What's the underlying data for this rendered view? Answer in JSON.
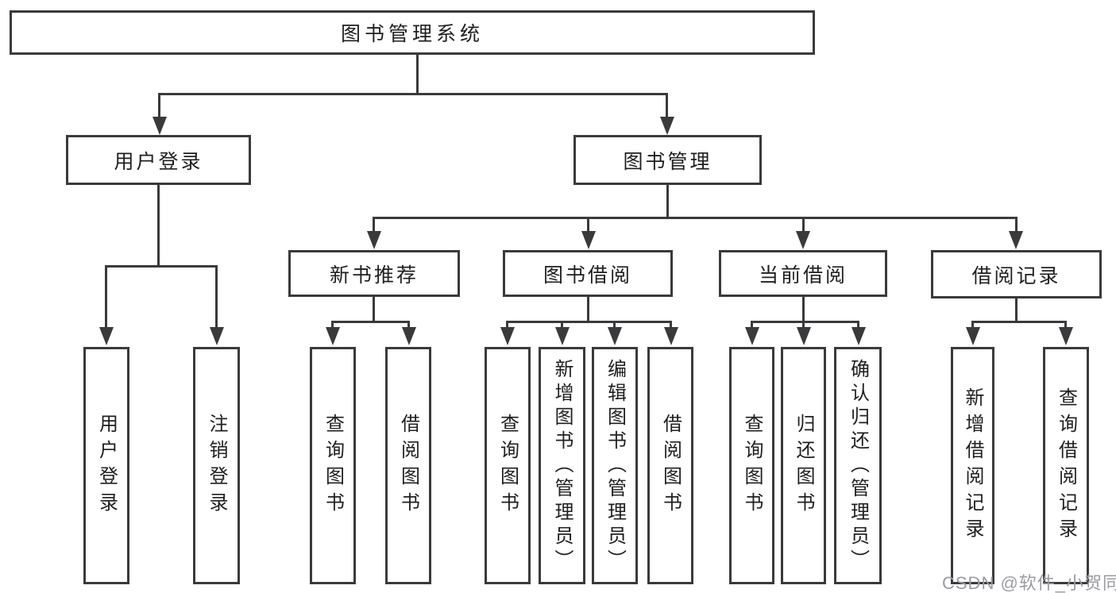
{
  "diagram": {
    "root": {
      "label": "图书管理系统"
    },
    "level1": [
      {
        "label": "用户登录"
      },
      {
        "label": "图书管理"
      }
    ],
    "level2": [
      {
        "label": "新书推荐"
      },
      {
        "label": "图书借阅"
      },
      {
        "label": "当前借阅"
      },
      {
        "label": "借阅记录"
      }
    ],
    "leaves": [
      {
        "label": "用户登录"
      },
      {
        "label": "注销登录"
      },
      {
        "label": "查询图书"
      },
      {
        "label": "借阅图书"
      },
      {
        "label": "查询图书"
      },
      {
        "label": "新增图书（管理员）"
      },
      {
        "label": "编辑图书（管理员）"
      },
      {
        "label": "借阅图书"
      },
      {
        "label": "查询图书"
      },
      {
        "label": "归还图书"
      },
      {
        "label": "确认归还（管理员）"
      },
      {
        "label": "新增借阅记录"
      },
      {
        "label": "查询借阅记录"
      }
    ],
    "watermark": "CSDN @软件_小贺同学",
    "colors": {
      "line": "#3a3a3d",
      "text": "#1f1f1f",
      "watermark": "#9b9ba1",
      "background": "#ffffff"
    }
  }
}
